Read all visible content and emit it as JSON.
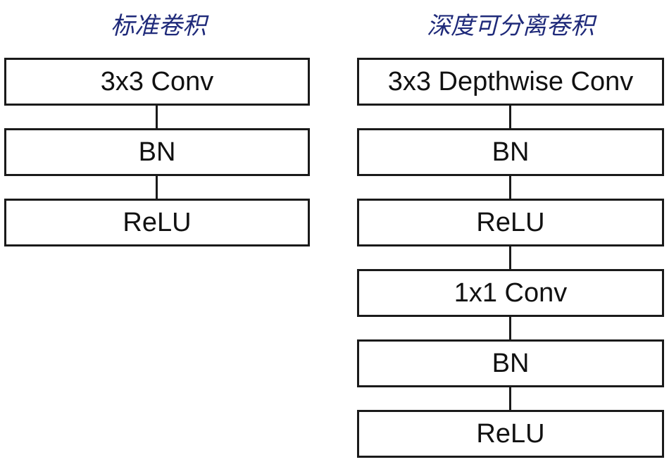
{
  "titles": {
    "standard": "标准卷积",
    "depthwise_separable": "深度可分离卷积"
  },
  "standard_blocks": [
    "3x3 Conv",
    "BN",
    "ReLU"
  ],
  "depthwise_blocks": [
    "3x3 Depthwise Conv",
    "BN",
    "ReLU",
    "1x1 Conv",
    "BN",
    "ReLU"
  ],
  "colors": {
    "title": "#1f2a7a",
    "border": "#1a1a1a",
    "text": "#111111",
    "background": "#ffffff"
  }
}
